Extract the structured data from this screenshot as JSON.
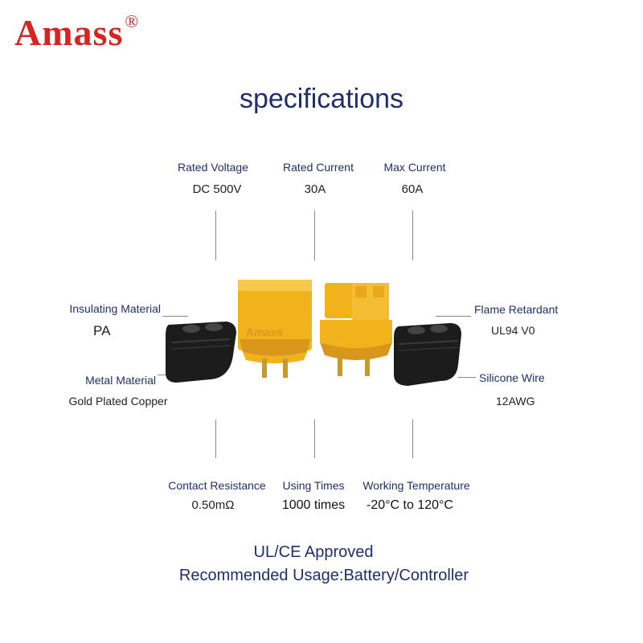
{
  "brand": {
    "name": "Amass",
    "registered": "®"
  },
  "title": "specifications",
  "specs": {
    "rated_voltage": {
      "label": "Rated Voltage",
      "value": "DC 500V"
    },
    "rated_current": {
      "label": "Rated Current",
      "value": "30A"
    },
    "max_current": {
      "label": "Max Current",
      "value": "60A"
    },
    "insulating_material": {
      "label": "Insulating Material",
      "value": "PA"
    },
    "flame_retardant": {
      "label": "Flame Retardant",
      "value": "UL94 V0"
    },
    "metal_material": {
      "label": "Metal Material",
      "value": "Gold Plated Copper"
    },
    "silicone_wire": {
      "label": "Silicone Wire",
      "value": "12AWG"
    },
    "contact_resistance": {
      "label": "Contact Resistance",
      "value": "0.50mΩ"
    },
    "using_times": {
      "label": "Using Times",
      "value": "1000 times"
    },
    "working_temperature": {
      "label": "Working Temperature",
      "value": "-20°C to 120°C"
    }
  },
  "footer": {
    "approval": "UL/CE Approved",
    "usage": "Recommended Usage:Battery/Controller"
  },
  "connector_mark": "Amass",
  "colors": {
    "brand_red": "#d8231f",
    "navy": "#1f2f6b",
    "connector_yellow": "#f2b21b",
    "connector_shade": "#d8961a",
    "cap_black": "#1c1c1c",
    "pin_gold": "#c79a2e"
  }
}
